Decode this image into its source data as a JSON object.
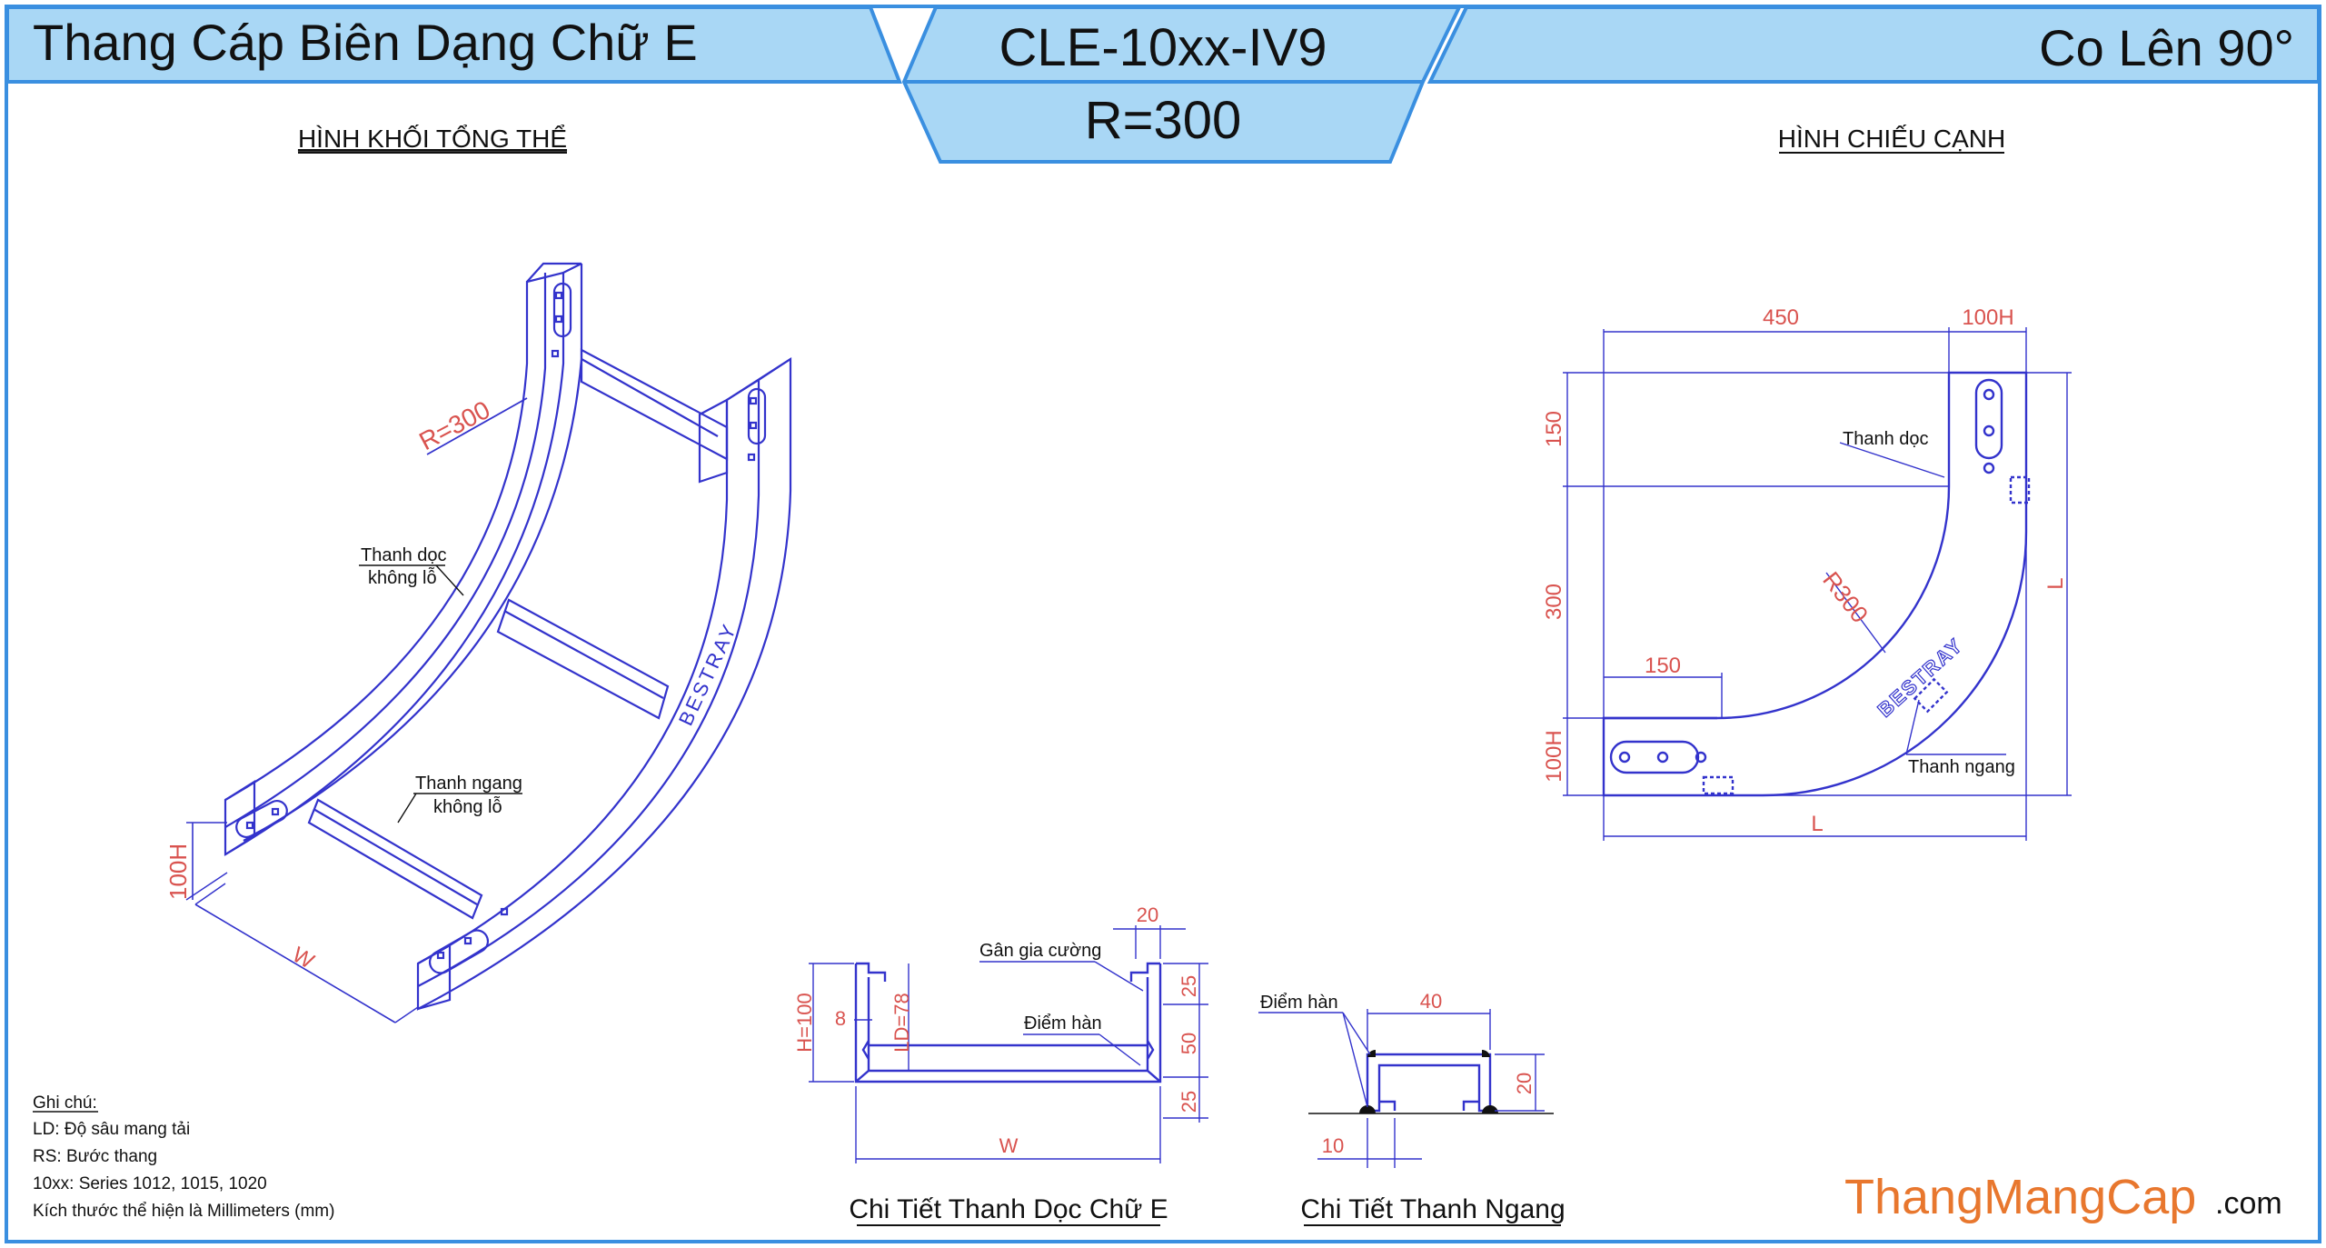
{
  "header": {
    "title_left": "Thang Cáp Biên Dạng Chữ E",
    "model_code": "CLE-10xx-IV9",
    "radius": "R=300",
    "title_right": "Co Lên 90°"
  },
  "views": {
    "iso_title": "HÌNH KHỐI TỔNG THỂ",
    "side_title": "HÌNH CHIẾU CẠNH",
    "rail_detail_title": "Chi Tiết Thanh Dọc Chữ E",
    "rung_detail_title": "Chi Tiết Thanh Ngang"
  },
  "iso_view": {
    "radius_label": "R=300",
    "rail_label_1": "Thanh dọc",
    "rail_label_2": "không lỗ",
    "rung_label_1": "Thanh ngang",
    "rung_label_2": "không lỗ",
    "height_label": "100H",
    "width_label": "W",
    "brand_text": "BESTRAY"
  },
  "side_view": {
    "dim_450": "450",
    "dim_100h_top": "100H",
    "dim_150_vertical": "150",
    "dim_300": "300",
    "dim_100h_left": "100H",
    "dim_150_horizontal": "150",
    "dim_l_vertical": "L",
    "dim_l_horizontal": "L",
    "radius_label": "R300",
    "rail_label": "Thanh dọc",
    "rung_label": "Thanh ngang",
    "brand_text": "BESTRAY"
  },
  "rail_detail": {
    "dim_20": "20",
    "dim_25_top": "25",
    "dim_50": "50",
    "dim_25_bottom": "25",
    "dim_h100": "H=100",
    "dim_8": "8",
    "dim_ld78": "LD=78",
    "dim_w": "W",
    "label_rib": "Gân gia cường",
    "label_weld": "Điểm hàn"
  },
  "rung_detail": {
    "label_weld": "Điểm hàn",
    "dim_40": "40",
    "dim_20": "20",
    "dim_10": "10"
  },
  "notes": {
    "heading": "Ghi chú:",
    "lines": [
      "LD: Độ sâu mang tải",
      "RS: Bước thang",
      "10xx: Series 1012, 1015, 1020",
      "Kích thước thể hiện là Millimeters (mm)"
    ]
  },
  "brand": {
    "name": "ThangMangCap",
    "suffix": ".com"
  },
  "colors": {
    "frame": "#3a8fe0",
    "header_fill": "#a9d7f5",
    "drawing": "#3333cc",
    "dimension": "#d9534f",
    "brand_orange": "#e8772e"
  }
}
